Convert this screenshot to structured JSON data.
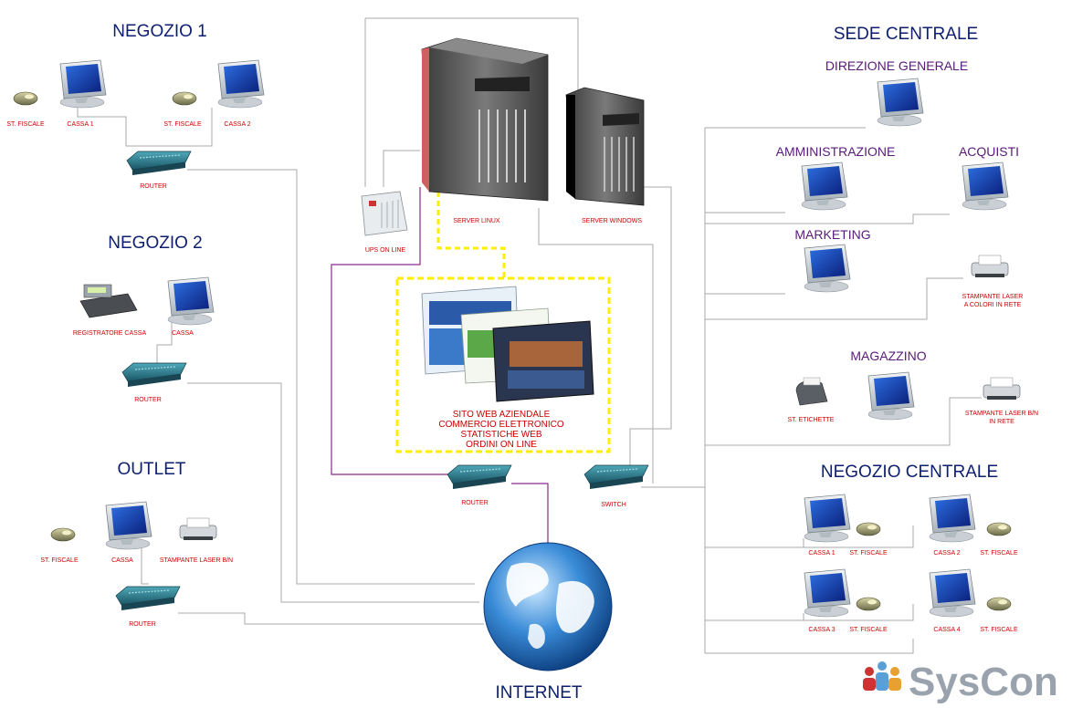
{
  "sections": {
    "negozio1": {
      "title": "NEGOZIO 1",
      "labels": [
        "ST. FISCALE",
        "CASSA 1",
        "ST. FISCALE",
        "CASSA 2",
        "ROUTER"
      ]
    },
    "negozio2": {
      "title": "NEGOZIO 2",
      "labels": [
        "REGISTRATORE CASSA",
        "CASSA",
        "ROUTER"
      ]
    },
    "outlet": {
      "title": "OUTLET",
      "labels": [
        "ST. FISCALE",
        "CASSA",
        "STAMPANTE LASER B/N",
        "ROUTER"
      ]
    },
    "sede_centrale": {
      "title": "SEDE CENTRALE",
      "departments": [
        "DIREZIONE GENERALE",
        "AMMINISTRAZIONE",
        "ACQUISTI",
        "MARKETING",
        "MAGAZZINO"
      ],
      "printer_color": [
        "STAMPANTE LASER",
        "A COLORI IN RETE"
      ],
      "magazzino_labels": [
        "ST. ETICHETTE"
      ],
      "printer_bn": [
        "STAMPANTE LASER B/N",
        "IN RETE"
      ]
    },
    "negozio_centrale": {
      "title": "NEGOZIO CENTRALE",
      "labels": [
        "CASSA 1",
        "ST. FISCALE",
        "CASSA 2",
        "ST. FISCALE",
        "CASSA 3",
        "ST. FISCALE",
        "CASSA 4",
        "ST. FISCALE"
      ]
    },
    "datacenter": {
      "server_linux": "SERVER LINUX",
      "server_windows": "SERVER WINDOWS",
      "ups": "UPS ON LINE",
      "router": "ROUTER",
      "switch": "SWITCH",
      "web_lines": [
        "SITO WEB AZIENDALE",
        "COMMERCIO ELETTRONICO",
        "STATISTICHE WEB",
        "ORDINI ON LINE"
      ]
    },
    "internet": "INTERNET",
    "logo": "SysCon"
  },
  "colors": {
    "title_blue": "#0d1f6e",
    "dept_purple": "#5a1a7a",
    "label_red": "#cc0000",
    "link_gray": "#aaaaaa",
    "link_purple": "#8a2a8a",
    "web_box_yellow": "#ffee00"
  },
  "icons": [
    "monitor-icon",
    "fiscal-printer-icon",
    "router-icon",
    "server-icon",
    "ups-icon",
    "globe-icon",
    "laser-printer-icon",
    "cash-register-icon",
    "label-printer-icon"
  ]
}
